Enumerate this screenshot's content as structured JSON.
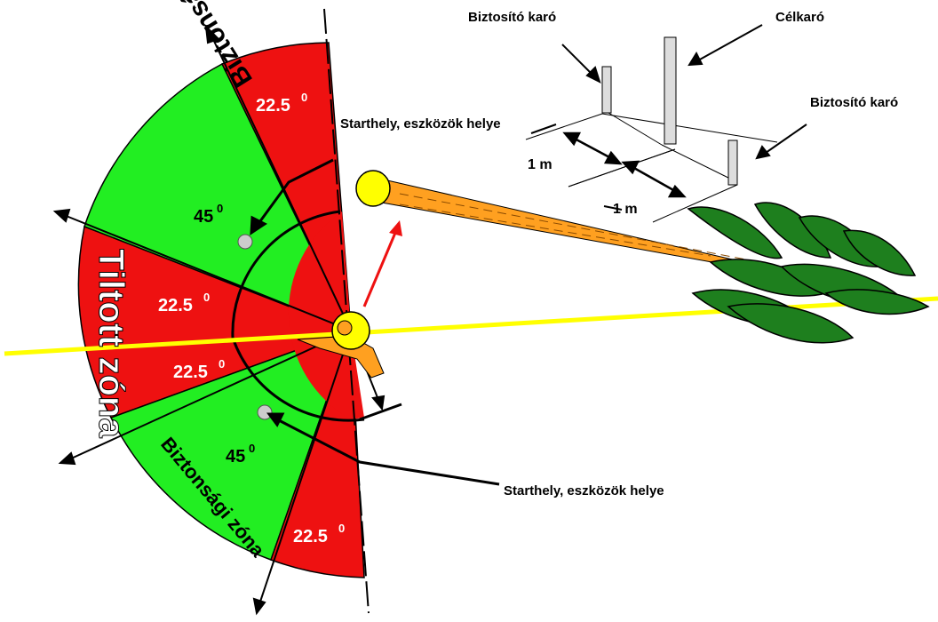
{
  "labels": {
    "biztosito_top": "Biztosító karó",
    "celkaro": "Célkaró",
    "biztosito_right": "Biztosító karó",
    "starthely_top": "Starthely, eszközök helye",
    "starthely_bottom": "Starthely, eszközök helye",
    "dist_1": "1 m",
    "dist_2": "1 m"
  },
  "zones": {
    "tiltott": "Tiltott zóna",
    "biztonsagi_top": "Biztonsági zóna",
    "biztonsagi_bottom": "Biztonsági zóna"
  },
  "angles": {
    "a1": "22.5",
    "a2": "45",
    "a3": "22.5",
    "a4": "22.5",
    "a5": "45",
    "a6": "22.5",
    "degree_mark": "0"
  },
  "colors": {
    "red": "#ee1111",
    "green": "#22ee22",
    "yellow": "#ffff00",
    "hammer": "#ff9900",
    "grass": "#1e7f1e"
  }
}
